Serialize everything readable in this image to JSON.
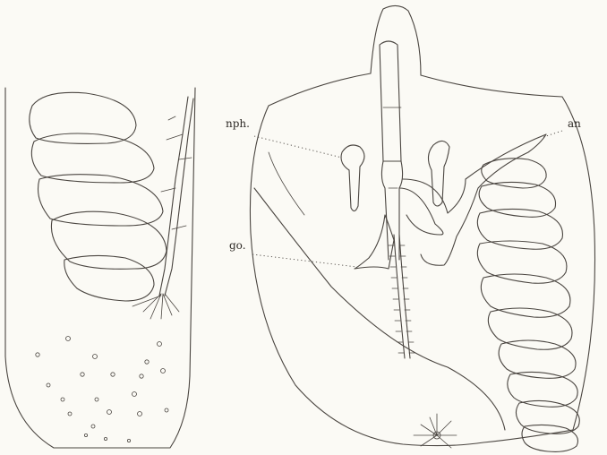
{
  "labels": {
    "nph": "nph.",
    "an": "an",
    "go": "go."
  }
}
